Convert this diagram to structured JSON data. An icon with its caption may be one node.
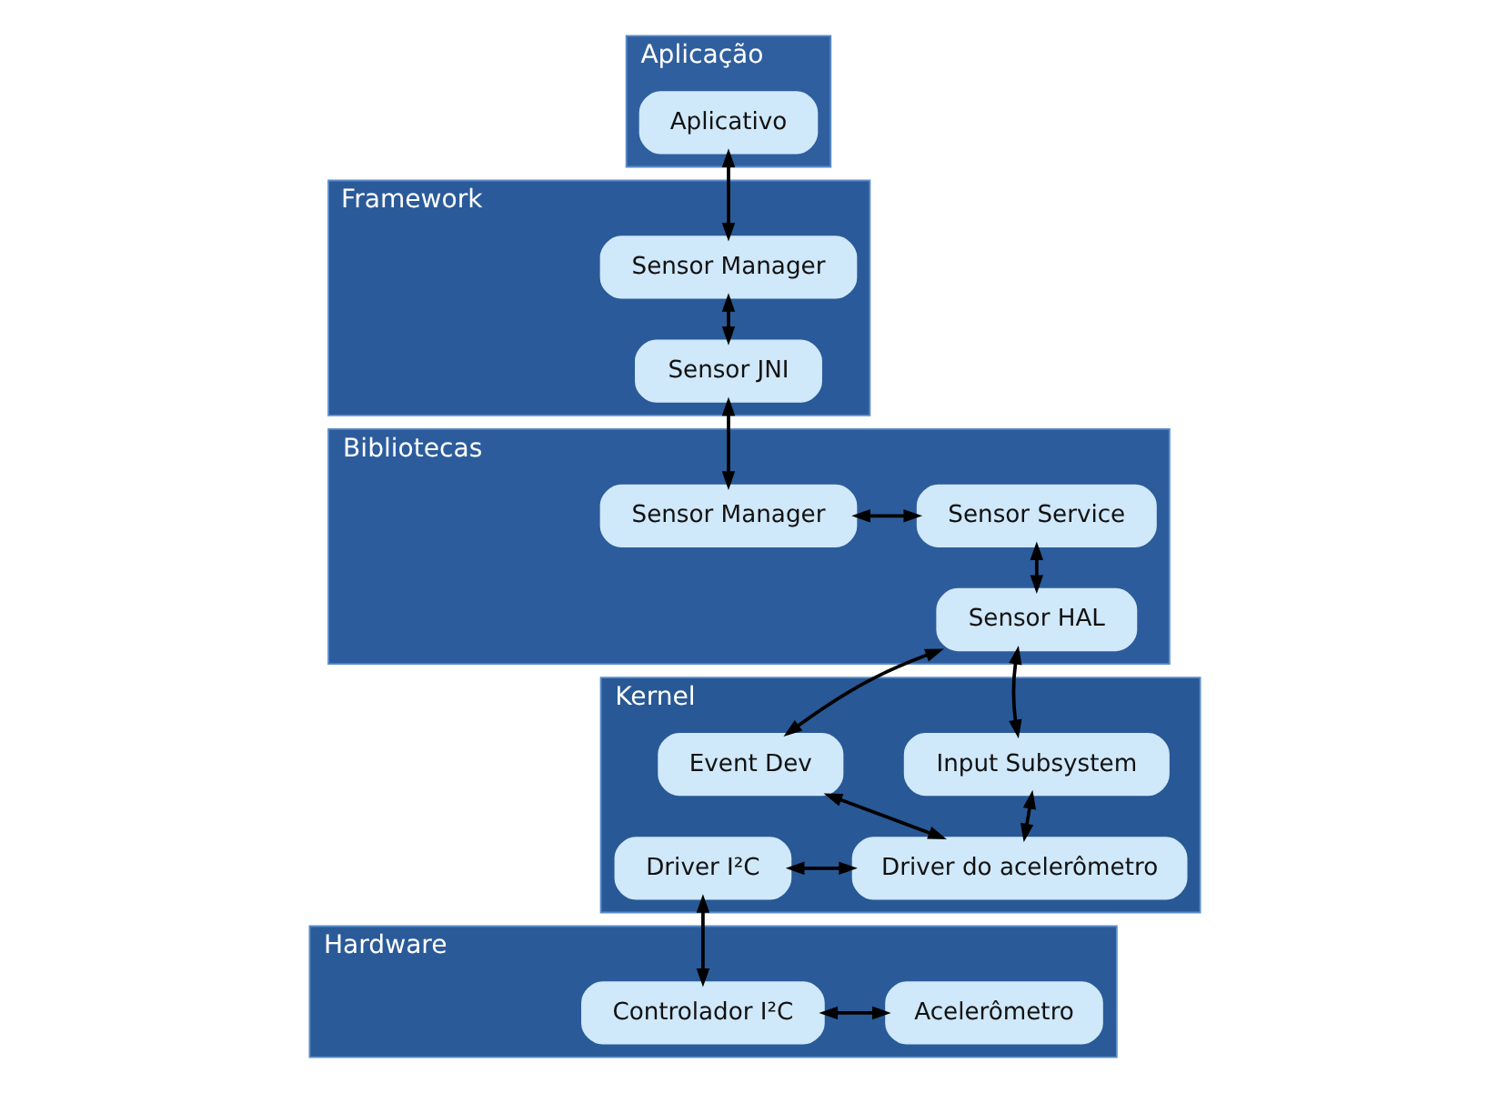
{
  "diagram": {
    "nodes": [
      {
        "text": [
          "Aplicação"
        ]
      },
      {
        "text": [
          "Aplicativo"
        ],
        "in": 0
      },
      {
        "text": [
          "Framework"
        ]
      },
      {
        "text": [
          "Sensor Manager"
        ],
        "in": 2
      },
      {
        "text": [
          "Sensor JNI"
        ],
        "in": 2
      },
      {
        "text": [
          "Bibliotecas"
        ]
      },
      {
        "text": [
          "Sensor Manager"
        ],
        "in": 5
      },
      {
        "text": [
          "Sensor Service"
        ],
        "in": 5
      },
      {
        "text": [
          "Sensor HAL"
        ],
        "in": 5
      },
      {
        "text": [
          "Kernel"
        ]
      },
      {
        "text": [
          "Input Subsystem"
        ],
        "in": 9
      },
      {
        "text": [
          "Event Dev"
        ],
        "in": 9
      },
      {
        "text": [
          "Driver I²C"
        ],
        "in": 9
      },
      {
        "text": [
          "Driver do acelerômetro"
        ],
        "in": 9
      },
      {
        "text": [
          "Hardware"
        ]
      },
      {
        "text": [
          "Controlador I²C"
        ],
        "in": 14
      },
      {
        "text": [
          "Acelerômetro"
        ],
        "in": 14
      }
    ],
    "edges": [
      {
        "from": 1,
        "to": 3,
        "arrow": "both"
      },
      {
        "from": 3,
        "to": 4,
        "arrow": "both"
      },
      {
        "from": 4,
        "to": 6,
        "arrow": "both"
      },
      {
        "from": 6,
        "to": 7,
        "arrow": "both"
      },
      {
        "from": 7,
        "to": 8,
        "arrow": "both"
      },
      {
        "from": 10,
        "to": 8,
        "arrow": "both"
      },
      {
        "from": 8,
        "to": 11,
        "arrow": "both"
      },
      {
        "from": 10,
        "to": 13,
        "arrow": "both"
      },
      {
        "from": 11,
        "to": 13,
        "arrow": "both"
      },
      {
        "from": 12,
        "to": 13,
        "arrow": "both"
      },
      {
        "from": 12,
        "to": 15,
        "arrow": "both"
      },
      {
        "from": 15,
        "to": 16,
        "arrow": "both"
      }
    ]
  }
}
